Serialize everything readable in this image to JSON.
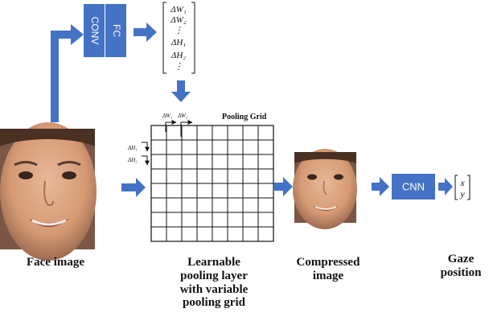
{
  "blocks": {
    "conv": "CONV",
    "fc": "FC",
    "cnn": "CNN"
  },
  "param_vector": [
    "ΔW₁",
    "ΔW₂",
    "⋮",
    "ΔH₁",
    "ΔH₂",
    "⋮"
  ],
  "grid": {
    "title": "Pooling Grid",
    "w1": "ΔW₁",
    "w2": "ΔW₂",
    "h1": "ΔH₁",
    "h2": "ΔH₂"
  },
  "output_vector": [
    "x",
    "y"
  ],
  "labels": {
    "face": "Face image",
    "pooling": [
      "Learnable",
      "pooling layer",
      "with variable",
      "pooling grid"
    ],
    "compressed": [
      "Compressed",
      "image"
    ],
    "gaze": [
      "Gaze",
      "position"
    ]
  },
  "colors": {
    "accent": "#4472c4",
    "skin": "#d9a07a"
  }
}
